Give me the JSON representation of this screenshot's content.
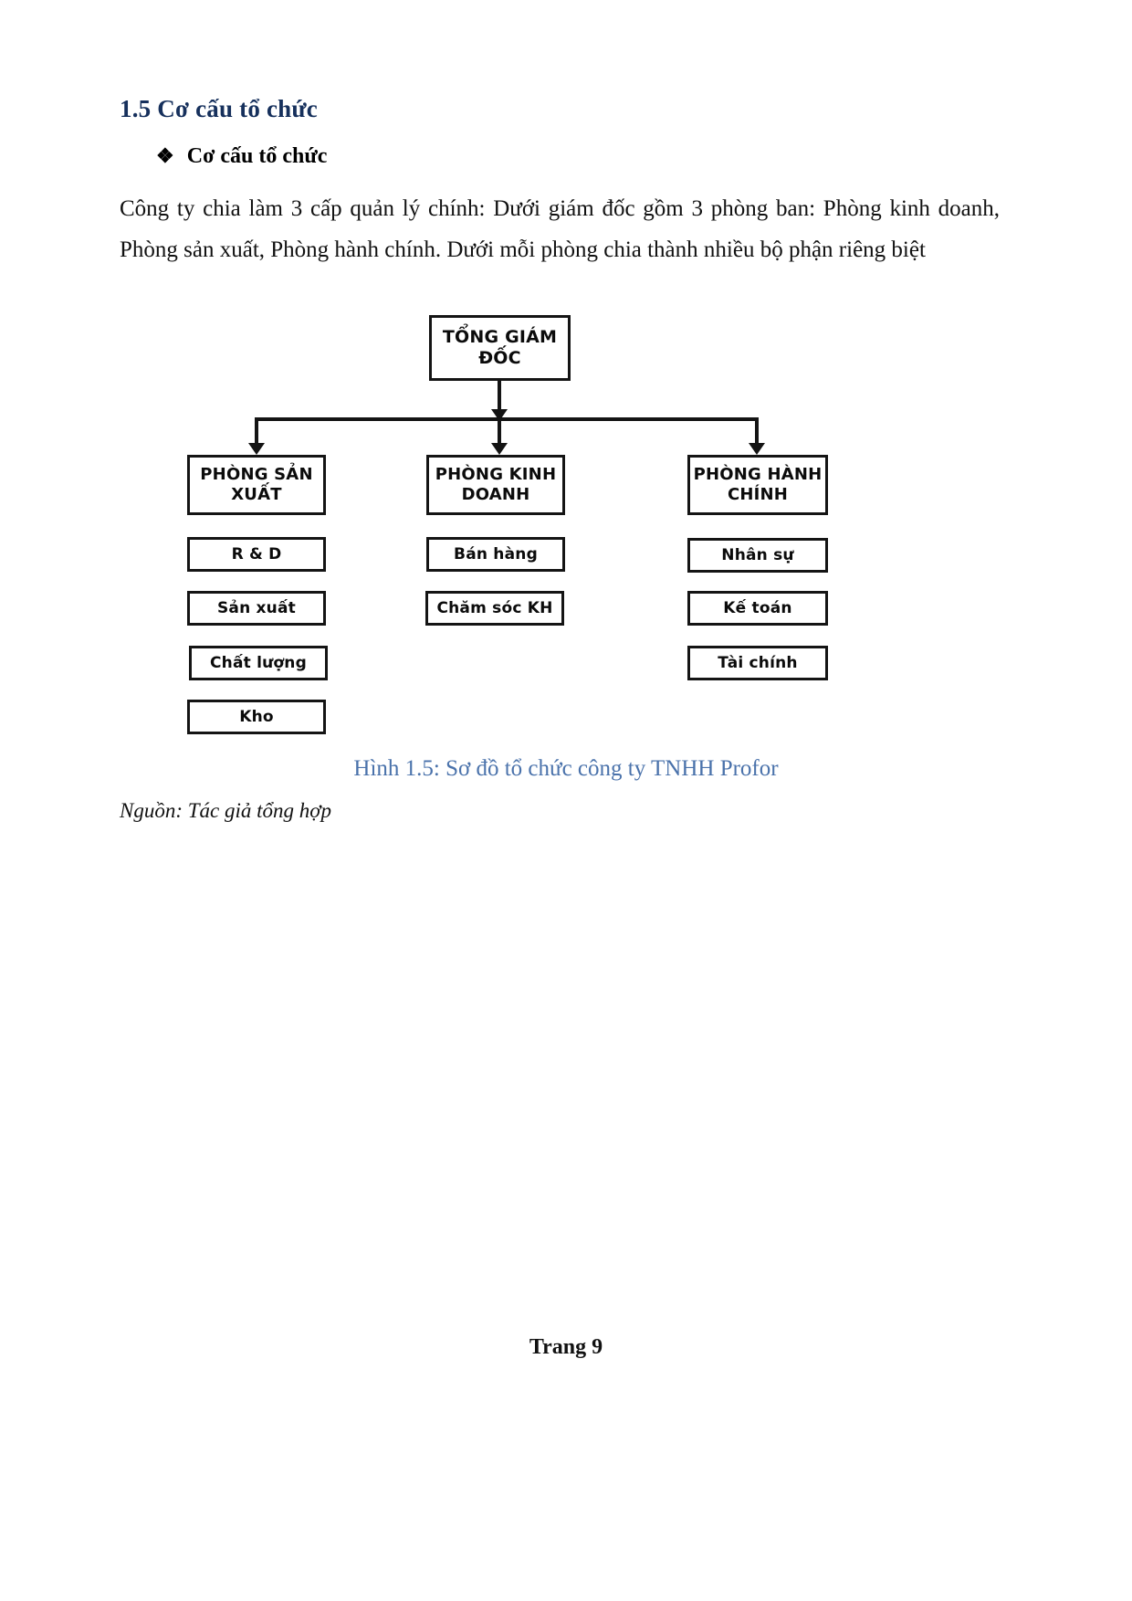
{
  "document": {
    "section_number_title": "1.5 Cơ cấu tổ chức",
    "bullet_glyph": "❖",
    "bullet_heading": "Cơ cấu tổ chức",
    "paragraph": "Công ty chia làm 3 cấp quản lý chính: Dưới giám đốc gồm 3 phòng ban: Phòng kinh doanh, Phòng sản xuất, Phòng hành chính. Dưới mỗi phòng chia thành nhiều bộ phận riêng biệt",
    "figure_caption": "Hình 1.5: Sơ đồ tổ chức công ty TNHH Profor",
    "source_note": "Nguồn: Tác giả tổng hợp",
    "page_footer": "Trang 9"
  },
  "chart_data": {
    "type": "diagram",
    "title": "Sơ đồ tổ chức công ty TNHH Profor",
    "root": "TỔNG GIÁM ĐỐC",
    "columns": [
      {
        "department": "PHÒNG SẢN XUẤT",
        "units": [
          "R & D",
          "Sản xuất",
          "Chất lượng",
          "Kho"
        ]
      },
      {
        "department": "PHÒNG KINH DOANH",
        "units": [
          "Bán hàng",
          "Chăm sóc KH"
        ]
      },
      {
        "department": "PHÒNG HÀNH CHÍNH",
        "units": [
          "Nhân sự",
          "Kế toán",
          "Tài chính"
        ]
      }
    ]
  },
  "colors": {
    "heading_navy": "#16305c",
    "caption_blue": "#4a72ab",
    "box_stroke": "#141414",
    "text_black": "#111111"
  }
}
